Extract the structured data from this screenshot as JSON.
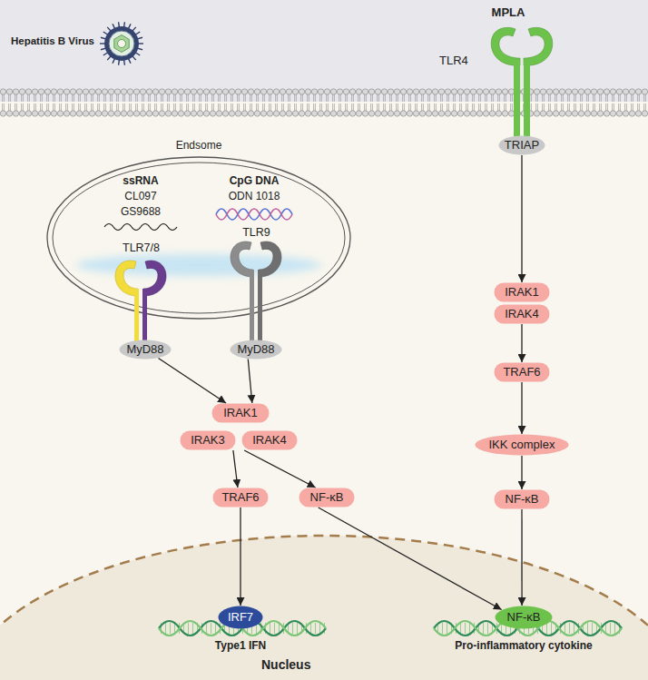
{
  "diagram": {
    "nodes": [
      {
        "text": [
          "Hepatitis B Virus"
        ]
      },
      {
        "text": [
          "TLR4"
        ]
      },
      {
        "text": [
          "TRIAP"
        ]
      },
      {
        "text": [
          "Endsome"
        ]
      },
      {
        "text": [
          "TLR7/8"
        ],
        "in": 3
      },
      {
        "text": [
          "TLR9"
        ],
        "in": 3
      },
      {
        "text": [
          "MyD88"
        ]
      },
      {
        "text": [
          "MyD88"
        ]
      },
      {
        "text": [
          "IRAK1"
        ]
      },
      {
        "text": [
          "IRAK4"
        ]
      },
      {
        "text": [
          "IRAK1"
        ]
      },
      {
        "text": [
          "IRAK3"
        ]
      },
      {
        "text": [
          "IRAK4"
        ]
      },
      {
        "text": [
          "TRAF6"
        ]
      },
      {
        "text": [
          "IKK complex"
        ]
      },
      {
        "text": [
          "TRAF6"
        ]
      },
      {
        "text": [
          "NF-κB"
        ]
      },
      {
        "text": [
          "NF-κB"
        ]
      },
      {
        "text": [
          "Nucleus"
        ]
      },
      {
        "text": [
          "IRF7"
        ],
        "in": 18
      },
      {
        "text": [
          "NF-κB"
        ],
        "in": 18
      }
    ],
    "edges": [
      {
        "from": 6,
        "to": 10,
        "arrow": "to"
      },
      {
        "from": 7,
        "to": 10,
        "arrow": "to"
      },
      {
        "from": 11,
        "to": 15,
        "arrow": "to"
      },
      {
        "from": 12,
        "to": 16,
        "arrow": "to"
      },
      {
        "from": 15,
        "to": 19,
        "arrow": "to"
      },
      {
        "from": 16,
        "to": 20,
        "arrow": "to"
      },
      {
        "from": 2,
        "to": 8,
        "arrow": "to"
      },
      {
        "from": 9,
        "to": 13,
        "arrow": "to"
      },
      {
        "from": 13,
        "to": 14,
        "arrow": "to"
      },
      {
        "from": 14,
        "to": 17,
        "arrow": "to"
      },
      {
        "from": 17,
        "to": 20,
        "arrow": "to"
      }
    ],
    "labels": [
      "MPLA",
      "ssRNA",
      "CL097",
      "GS9688",
      "CpG DNA",
      "ODN 1018",
      "Type1 IFN",
      "Pro-inflammatory cytokine"
    ]
  }
}
